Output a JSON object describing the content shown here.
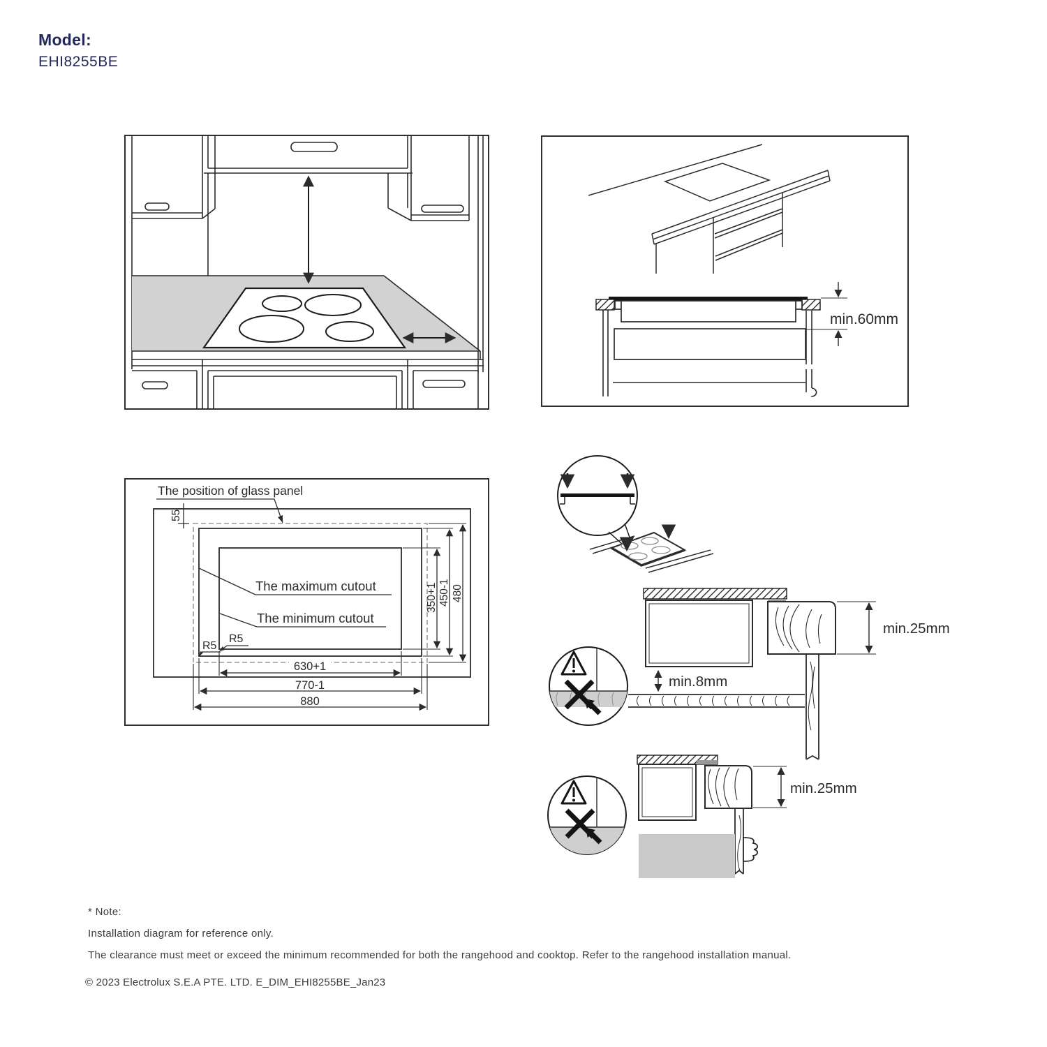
{
  "header": {
    "model_label": "Model:",
    "model_number": "EHI8255BE"
  },
  "worktop_section": {
    "min_clearance_below": "min.60mm"
  },
  "cutout_plan": {
    "glass_panel_label": "The position of glass panel",
    "maximum_cutout_label": "The maximum cutout",
    "minimum_cutout_label": "The minimum cutout",
    "dims": {
      "panel_offset": "55",
      "min_cutout_depth": "350+1",
      "max_cutout_depth": "450-1",
      "glass_depth": "480",
      "min_cutout_width": "630+1",
      "max_cutout_width": "770-1",
      "glass_width": "880",
      "corner_radius_min": "R5",
      "corner_radius_max": "R5"
    }
  },
  "flush_mount": {
    "worktop_thickness": "min.25mm",
    "gap_below_cooktop": "min.8mm"
  },
  "surface_mount": {
    "worktop_thickness": "min.25mm"
  },
  "notes": {
    "title": "* Note:",
    "line1": "Installation diagram for reference only.",
    "line2": "The clearance must meet or exceed the minimum recommended for both the rangehood and cooktop. Refer to the rangehood installation manual."
  },
  "footer": {
    "copyright": "© 2023 Electrolux S.E.A PTE. LTD. E_DIM_EHI8255BE_Jan23"
  },
  "colors": {
    "brand_navy": "#23285a",
    "line_dark": "#2b2b2b",
    "counter_gray": "#d2d2d2",
    "panel_gray": "#c9c9c9"
  }
}
